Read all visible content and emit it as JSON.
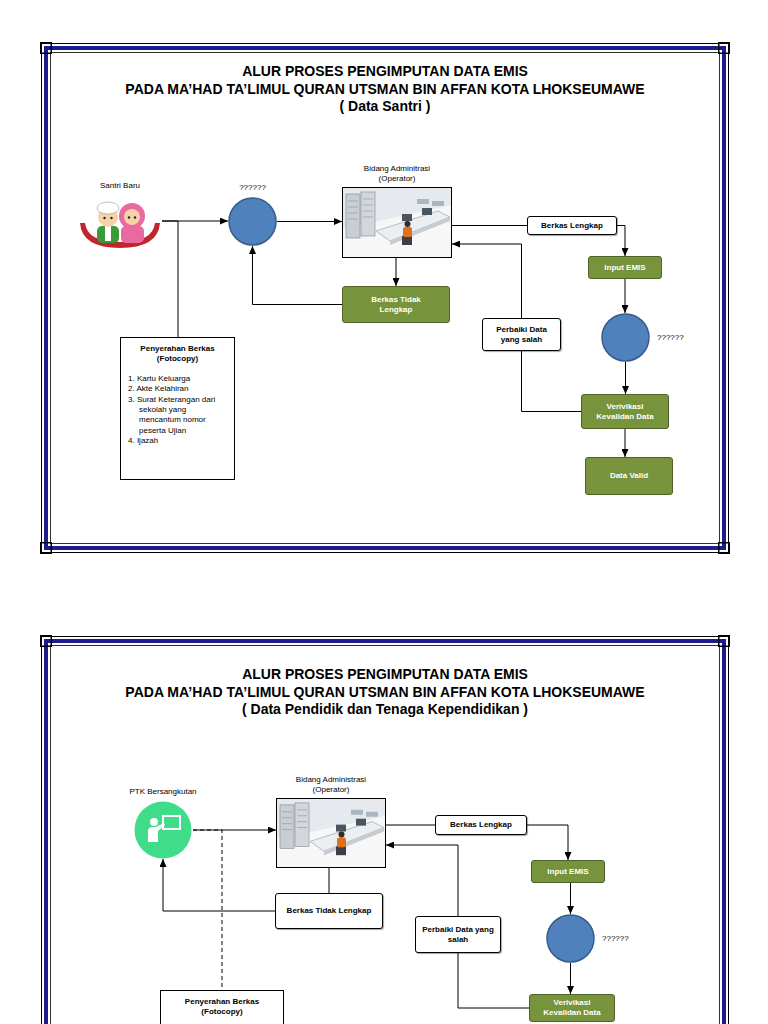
{
  "diagram": {
    "nodes": [
      {
        "text": [
          "ALUR PROSES PENGIMPUTAN DATA EMIS",
          "PADA MA’HAD TA’LIMUL QURAN UTSMAN BIN AFFAN KOTA LHOKSEUMAWE",
          "( Data Santri )"
        ]
      },
      {
        "text": [
          "Santri Baru"
        ],
        "in": 0
      },
      {
        "text": [
          "??????"
        ],
        "in": 0
      },
      {
        "text": [
          "Bidang Adminitrasi (Operator)"
        ],
        "in": 0
      },
      {
        "text": [
          "Berkas Lengkap"
        ],
        "in": 0
      },
      {
        "text": [
          "Input EMIS"
        ],
        "in": 0
      },
      {
        "text": [
          "Berkas Tidak Lengkap"
        ],
        "in": 0
      },
      {
        "text": [
          "Perbaiki Data yang salah"
        ],
        "in": 0
      },
      {
        "text": [
          "??????"
        ],
        "in": 0
      },
      {
        "text": [
          "Penyerahan Berkas (Fotocopy)",
          "1. Kartu Keluarga",
          "2. Akte Kelahiran",
          "3. Surat Keterangan dari sekolah yang mencantum nomor peserta Ujian",
          "4. Ijazah"
        ],
        "in": 0
      },
      {
        "text": [
          "Verivikasi Kevalidan Data"
        ],
        "in": 0
      },
      {
        "text": [
          "Data Valid"
        ],
        "in": 0
      },
      {
        "text": [
          "ALUR PROSES PENGIMPUTAN DATA EMIS",
          "PADA MA’HAD TA’LIMUL QURAN UTSMAN BIN AFFAN KOTA LHOKSEUMAWE",
          "( Data Pendidik dan Tenaga Kependidikan )"
        ]
      },
      {
        "text": [
          "PTK Bersangkutan"
        ],
        "in": 12
      },
      {
        "text": [
          "Bidang Administrasi (Operator)"
        ],
        "in": 12
      },
      {
        "text": [
          "Berkas Lengkap"
        ],
        "in": 12
      },
      {
        "text": [
          "Input EMIS"
        ],
        "in": 12
      },
      {
        "text": [
          "Berkas Tidak Lengkap"
        ],
        "in": 12
      },
      {
        "text": [
          "Perbaiki Data yang salah"
        ],
        "in": 12
      },
      {
        "text": [
          "??????"
        ],
        "in": 12
      },
      {
        "text": [
          "Penyerahan Berkas (Fotocopy)"
        ],
        "in": 12
      },
      {
        "text": [
          "Verivikasi Kevalidan Data"
        ],
        "in": 12
      }
    ],
    "edges": [
      {
        "from": 1,
        "to": 2,
        "arrow": "to"
      },
      {
        "from": 1,
        "to": 9,
        "arrow": "none"
      },
      {
        "from": 2,
        "to": 3,
        "arrow": "to"
      },
      {
        "from": 3,
        "to": 6,
        "arrow": "to"
      },
      {
        "from": 6,
        "to": 2,
        "arrow": "to"
      },
      {
        "from": 3,
        "to": 4,
        "arrow": "none"
      },
      {
        "from": 4,
        "to": 5,
        "arrow": "to"
      },
      {
        "from": 5,
        "to": 8,
        "arrow": "to"
      },
      {
        "from": 8,
        "to": 10,
        "arrow": "to"
      },
      {
        "from": 10,
        "to": 11,
        "arrow": "to"
      },
      {
        "from": 10,
        "to": 7,
        "arrow": "none"
      },
      {
        "from": 7,
        "to": 3,
        "arrow": "to"
      },
      {
        "from": 13,
        "to": 14,
        "arrow": "to"
      },
      {
        "from": 13,
        "to": 20,
        "arrow": "none"
      },
      {
        "from": 14,
        "to": 17,
        "arrow": "none"
      },
      {
        "from": 17,
        "to": 13,
        "arrow": "to"
      },
      {
        "from": 14,
        "to": 15,
        "arrow": "none"
      },
      {
        "from": 15,
        "to": 16,
        "arrow": "to"
      },
      {
        "from": 16,
        "to": 19,
        "arrow": "to"
      },
      {
        "from": 19,
        "to": 21,
        "arrow": "to"
      },
      {
        "from": 21,
        "to": 18,
        "arrow": "none"
      },
      {
        "from": 18,
        "to": 14,
        "arrow": "to"
      }
    ]
  }
}
